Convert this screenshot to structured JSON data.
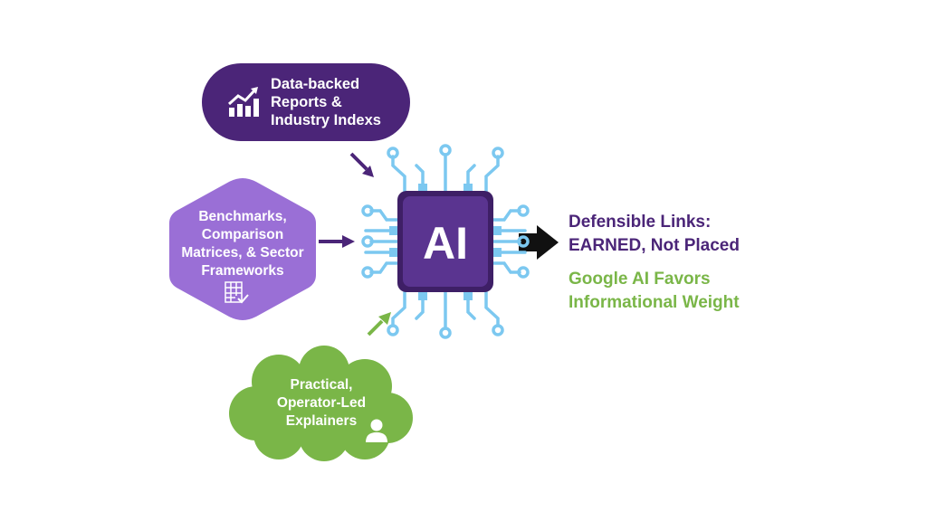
{
  "inputs": {
    "reports": {
      "lines": [
        "Data-backed",
        "Reports &",
        "Industry Indexs"
      ],
      "icon": "bar-chart-trend-icon"
    },
    "benchmarks": {
      "lines": [
        "Benchmarks,",
        "Comparison",
        "Matrices, & Sector",
        "Frameworks"
      ],
      "icon": "grid-check-icon"
    },
    "explainers": {
      "lines": [
        "Practical,",
        "Operator-Led",
        "Explainers"
      ],
      "icon": "user-icon"
    }
  },
  "chip": {
    "label": "AI",
    "icon": "circuit-chip-icon"
  },
  "outputs": {
    "headline": [
      "Defensible Links:",
      "EARNED, Not Placed"
    ],
    "subline": [
      "Google AI Favors",
      "Informational Weight"
    ]
  },
  "colors": {
    "dark_purple": "#4b2578",
    "light_purple": "#9a6fd6",
    "green": "#7ab648",
    "circuit_blue": "#7cc8f0",
    "arrow_black": "#111111"
  }
}
